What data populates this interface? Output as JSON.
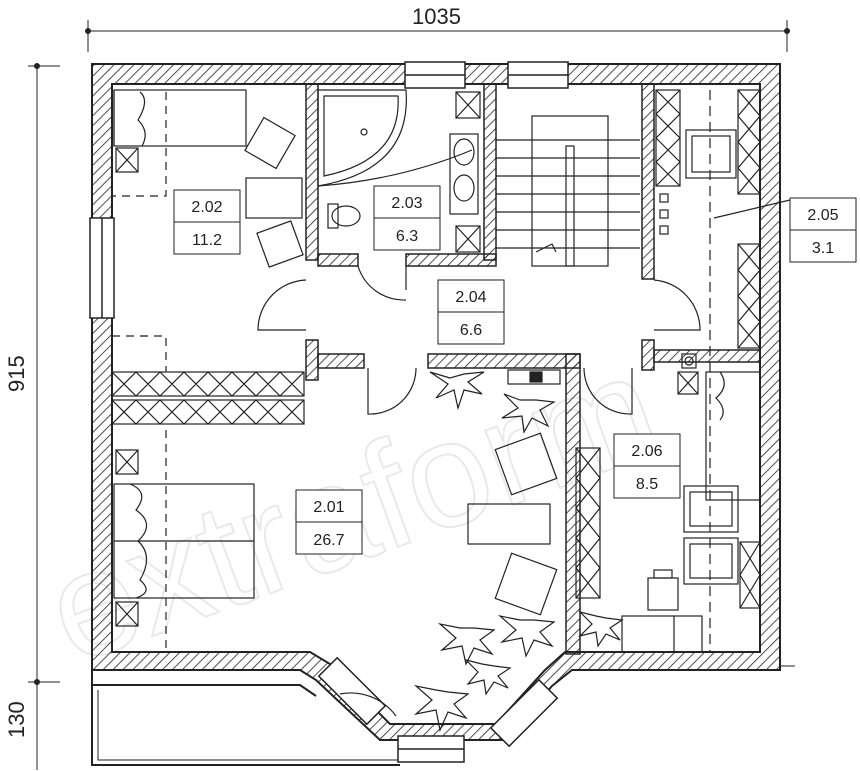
{
  "watermark": "extraform",
  "dimensions": {
    "width": "1035",
    "height_main": "915",
    "height_balcony": "130"
  },
  "rooms": [
    {
      "id": "2.01",
      "area": "26.7"
    },
    {
      "id": "2.02",
      "area": "11.2"
    },
    {
      "id": "2.03",
      "area": "6.3"
    },
    {
      "id": "2.04",
      "area": "6.6"
    },
    {
      "id": "2.05",
      "area": "3.1"
    },
    {
      "id": "2.06",
      "area": "8.5"
    }
  ]
}
